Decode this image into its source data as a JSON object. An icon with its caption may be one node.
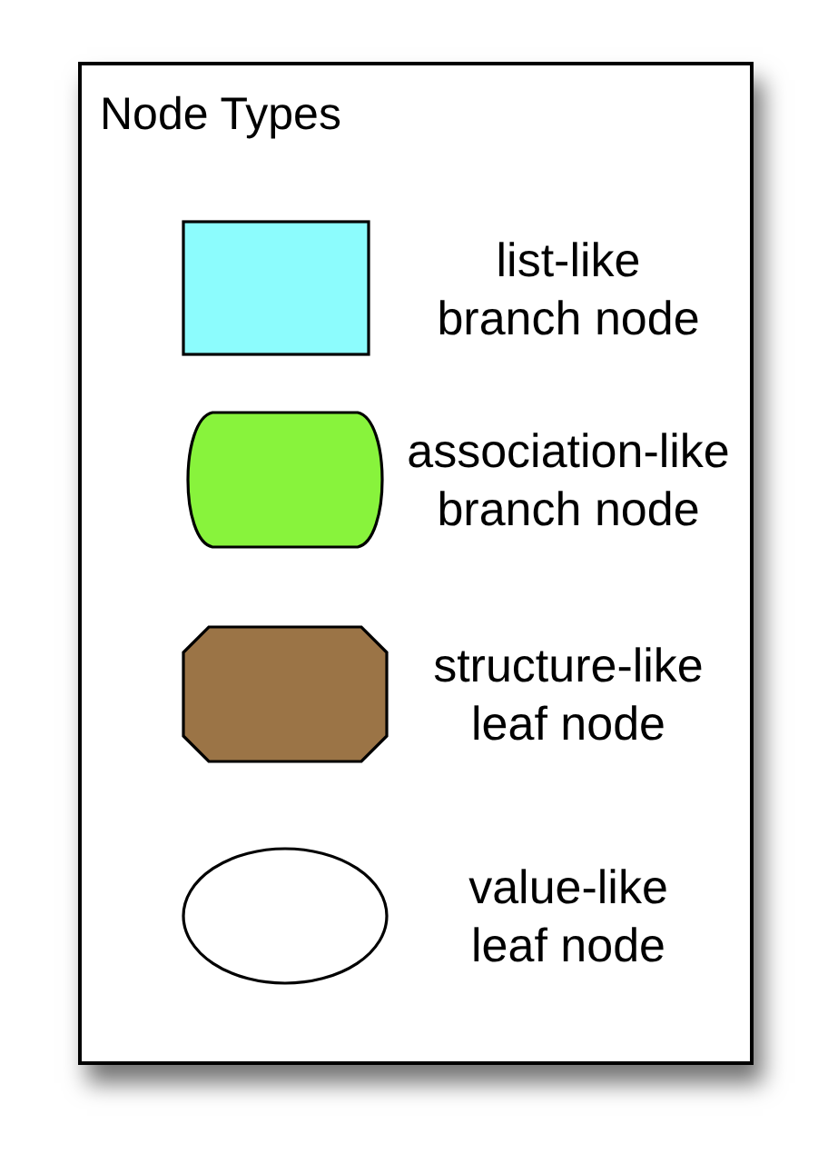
{
  "diagram": {
    "title": "Node Types",
    "legend": [
      {
        "text": "list-like branch node"
      },
      {
        "text": "association-like branch node"
      },
      {
        "text": "structure-like leaf node"
      },
      {
        "text": "value-like leaf node"
      }
    ]
  }
}
